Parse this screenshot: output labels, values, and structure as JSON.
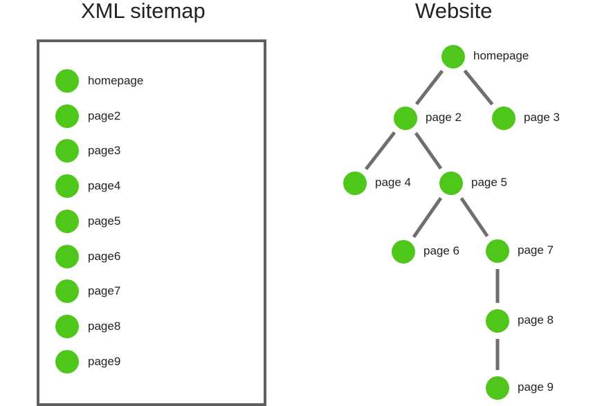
{
  "left_panel": {
    "title": "XML sitemap",
    "items": [
      "homepage",
      "page2",
      "page3",
      "page4",
      "page5",
      "page6",
      "page7",
      "page8",
      "page9"
    ]
  },
  "right_panel": {
    "title": "Website",
    "nodes": [
      {
        "id": "homepage",
        "label": "homepage"
      },
      {
        "id": "p2",
        "label": "page 2"
      },
      {
        "id": "p3",
        "label": "page 3"
      },
      {
        "id": "p4",
        "label": "page 4"
      },
      {
        "id": "p5",
        "label": "page 5"
      },
      {
        "id": "p6",
        "label": "page 6"
      },
      {
        "id": "p7",
        "label": "page 7"
      },
      {
        "id": "p8",
        "label": "page 8"
      },
      {
        "id": "p9",
        "label": "page 9"
      }
    ],
    "edges": [
      [
        "homepage",
        "p2"
      ],
      [
        "homepage",
        "p3"
      ],
      [
        "p2",
        "p4"
      ],
      [
        "p2",
        "p5"
      ],
      [
        "p5",
        "p6"
      ],
      [
        "p5",
        "p7"
      ],
      [
        "p7",
        "p8"
      ],
      [
        "p8",
        "p9"
      ]
    ]
  },
  "colors": {
    "node": "#4fc61a",
    "edge": "#6e6e6e",
    "box_border": "#5f5f5f"
  }
}
